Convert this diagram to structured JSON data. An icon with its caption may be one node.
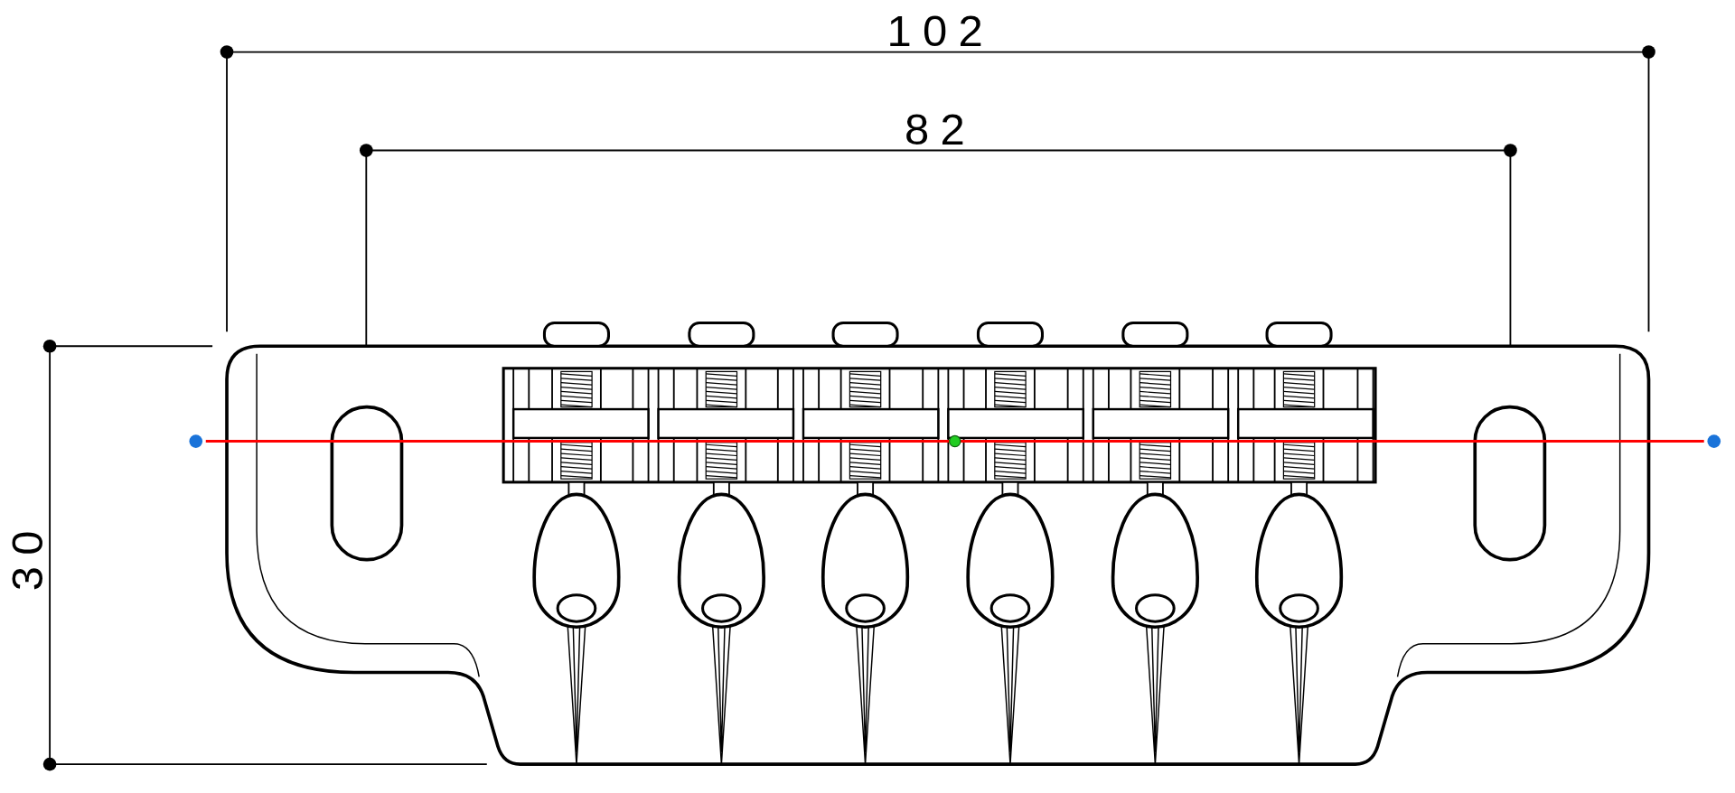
{
  "diagram": {
    "labels": [
      "102",
      "82",
      "30"
    ]
  }
}
